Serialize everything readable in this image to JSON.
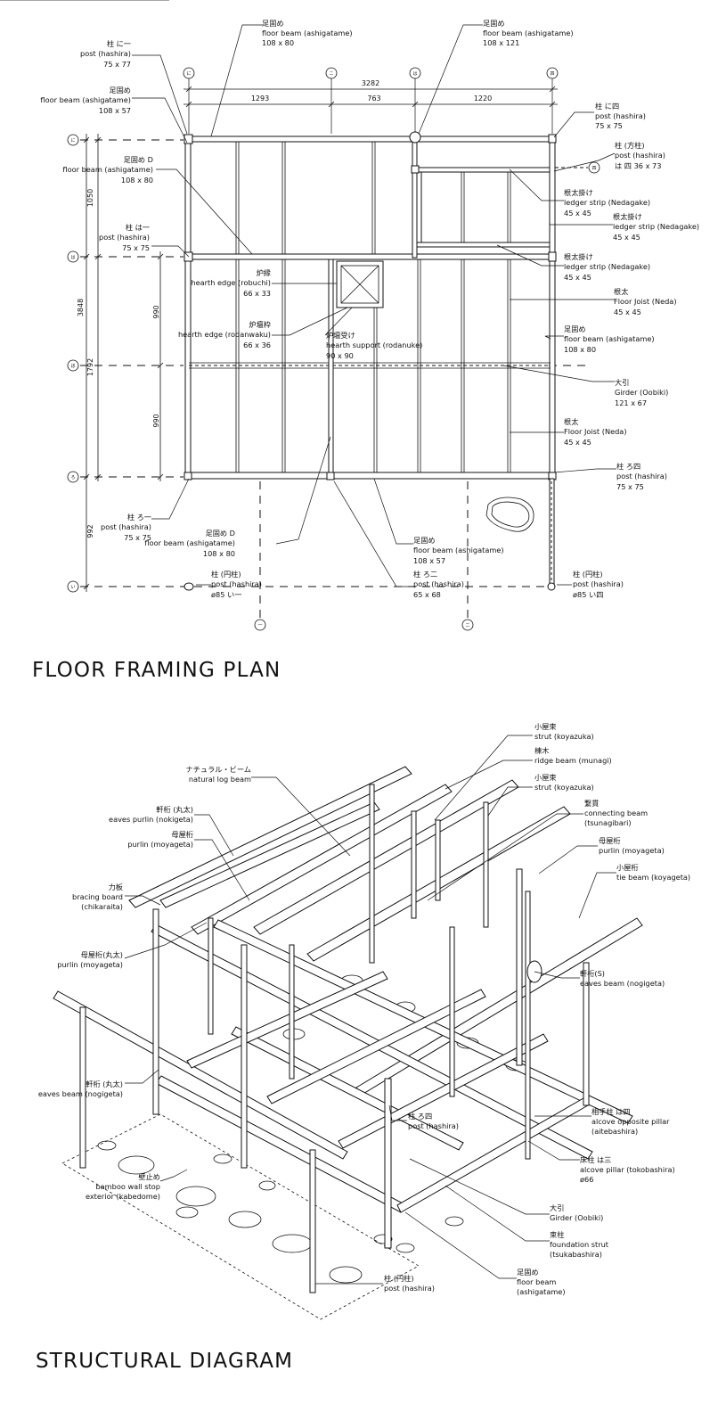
{
  "titles": {
    "plan": "FLOOR FRAMING PLAN",
    "diagram": "STRUCTURAL DIAGRAM"
  },
  "plan_dims": {
    "top_total": "3282",
    "top_1": "1293",
    "top_2": "763",
    "top_3": "1220",
    "left_outer_total": "3848",
    "left_1": "1050",
    "left_2": "1792",
    "left_3": "992",
    "inner_1": "990",
    "inner_2": "990"
  },
  "grid_bubbles": {
    "top": [
      "に",
      "ニ",
      "は",
      "四"
    ],
    "left": [
      "に",
      "は",
      "ほ",
      "ろ",
      "い"
    ],
    "bottom": [
      "一",
      "二"
    ],
    "right_mid": [
      "四"
    ]
  },
  "plan_labels": [
    {
      "jp": "足固め",
      "en": "floor beam (ashigatame)",
      "size": "108 x 80"
    },
    {
      "jp": "足固め",
      "en": "floor beam (ashigatame)",
      "size": "108 x 121"
    },
    {
      "jp": "柱 に一",
      "en": "post (hashira)",
      "size": "75 x 77"
    },
    {
      "jp": "足固め",
      "en": "floor beam (ashigatame)",
      "size": "108 x 57"
    },
    {
      "jp": "柱 に四",
      "en": "post (hashira)",
      "size": "75 x 75"
    },
    {
      "jp": "柱 (方柱)",
      "en": "post (hashira)",
      "size": "は 四 36 x 73"
    },
    {
      "jp": "足固め D",
      "en": "floor beam (ashigatame)",
      "size": "108 x 80"
    },
    {
      "jp": "根太掛け",
      "en": "ledger strip (Nedagake)",
      "size": "45 x 45"
    },
    {
      "jp": "根太掛け",
      "en": "ledger strip (Nedagake)",
      "size": "45 x 45"
    },
    {
      "jp": "柱 は一",
      "en": "post (hashira)",
      "size": "75 x 75"
    },
    {
      "jp": "根太掛け",
      "en": "ledger strip (Nedagake)",
      "size": "45 x 45"
    },
    {
      "jp": "炉縁",
      "en": "hearth edge (robuchi)",
      "size": "66 x 33"
    },
    {
      "jp": "根太",
      "en": "Floor Joist (Neda)",
      "size": "45 x 45"
    },
    {
      "jp": "炉壇枠",
      "en": "hearth edge (rodanwaku)",
      "size": "66 x 36"
    },
    {
      "jp": "炉壇受け",
      "en": "hearth support (rodanuke)",
      "size": "90 x 90"
    },
    {
      "jp": "足固め",
      "en": "floor beam (ashigatame)",
      "size": "108 x 80"
    },
    {
      "jp": "大引",
      "en": "Girder (Oobiki)",
      "size": "121 x 67"
    },
    {
      "jp": "根太",
      "en": "Floor Joist (Neda)",
      "size": "45 x 45"
    },
    {
      "jp": "柱 ろ四",
      "en": "post (hashira)",
      "size": "75 x 75"
    },
    {
      "jp": "柱 ろ一",
      "en": "post (hashira)",
      "size": "75 x 75"
    },
    {
      "jp": "足固め D",
      "en": "floor beam (ashigatame)",
      "size": "108 x 80"
    },
    {
      "jp": "足固め",
      "en": "floor beam (ashigatame)",
      "size": "108 x 57"
    },
    {
      "jp": "柱 ろ二",
      "en": "post (hashira)",
      "size": "65 x 68"
    },
    {
      "jp": "柱 (円柱)",
      "en": "post (hashira)",
      "size": "ø85 い一"
    },
    {
      "jp": "柱 (円柱)",
      "en": "post (hashira)",
      "size": "ø85 い四"
    }
  ],
  "diagram_labels": [
    {
      "jp": "小屋束",
      "en": "strut (koyazuka)"
    },
    {
      "jp": "棟木",
      "en": "ridge beam (munagi)"
    },
    {
      "jp": "小屋束",
      "en": "strut (koyazuka)"
    },
    {
      "jp": "ナチュラル・ビーム",
      "en": "natural log beam"
    },
    {
      "jp": "繋貫",
      "en": "connecting beam",
      "en2": "(tsunagibari)"
    },
    {
      "jp": "軒桁 (丸太)",
      "en": "eaves purlin (nokigeta)"
    },
    {
      "jp": "母屋桁",
      "en": "purlin (moyageta)"
    },
    {
      "jp": "母屋桁",
      "en": "purlin (moyageta)"
    },
    {
      "jp": "小屋桁",
      "en": "tie beam (koyageta)"
    },
    {
      "jp": "力板",
      "en": "bracing board",
      "en2": "(chikaraita)"
    },
    {
      "jp": "母屋桁(丸太)",
      "en": "purlin (moyageta)"
    },
    {
      "jp": "軒桁(S)",
      "en": "eaves beam (nogigeta)"
    },
    {
      "jp": "軒桁 (丸太)",
      "en": "eaves beam (nogigeta)"
    },
    {
      "jp": "相手柱 は四",
      "en": "alcove opposite pillar",
      "en2": "(aitebashira)"
    },
    {
      "jp": "柱 ろ四",
      "en": "post (hashira)"
    },
    {
      "jp": "床柱 は三",
      "en": "alcove pillar (tokobashira)",
      "en2": "ø66"
    },
    {
      "jp": "壁止め",
      "en": "bamboo wall stop",
      "en2": "exterior (kabedome)"
    },
    {
      "jp": "大引",
      "en": "Girder (Oobiki)"
    },
    {
      "jp": "束柱",
      "en": "foundation strut",
      "en2": "(tsukabashira)"
    },
    {
      "jp": "足固め",
      "en": "floor beam",
      "en2": "(ashigatame)"
    },
    {
      "jp": "柱 (円柱)",
      "en": "post (hashira)"
    }
  ]
}
